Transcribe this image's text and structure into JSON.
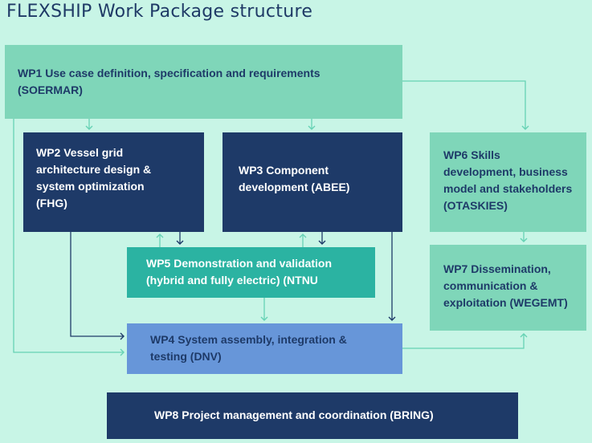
{
  "title": "FLEXSHIP Work Package structure",
  "work_packages": {
    "wp1": "WP1 Use case definition, specification and requirements\n(SOERMAR)",
    "wp2": "WP2 Vessel grid\narchitecture design &\nsystem optimization\n(FHG)",
    "wp3": "WP3 Component\ndevelopment (ABEE)",
    "wp4": "WP4 System assembly, integration &\ntesting (DNV)",
    "wp5": "WP5 Demonstration and validation\n(hybrid and fully electric) (NTNU",
    "wp6": "WP6 Skills\ndevelopment, business\nmodel and stakeholders\n(OTASKIES)",
    "wp7": "WP7 Dissemination,\ncommunication &\nexploitation (WEGEMT)",
    "wp8": "WP8 Project management and coordination (BRING)"
  },
  "colors": {
    "background": "#c8f5e6",
    "dark_box": "#1e3a68",
    "mint_box": "#7fd6b9",
    "teal_box": "#2bb3a2",
    "blue_box": "#6796d9",
    "light_arrow": "#66d2b4",
    "dark_arrow": "#1e3a68"
  }
}
